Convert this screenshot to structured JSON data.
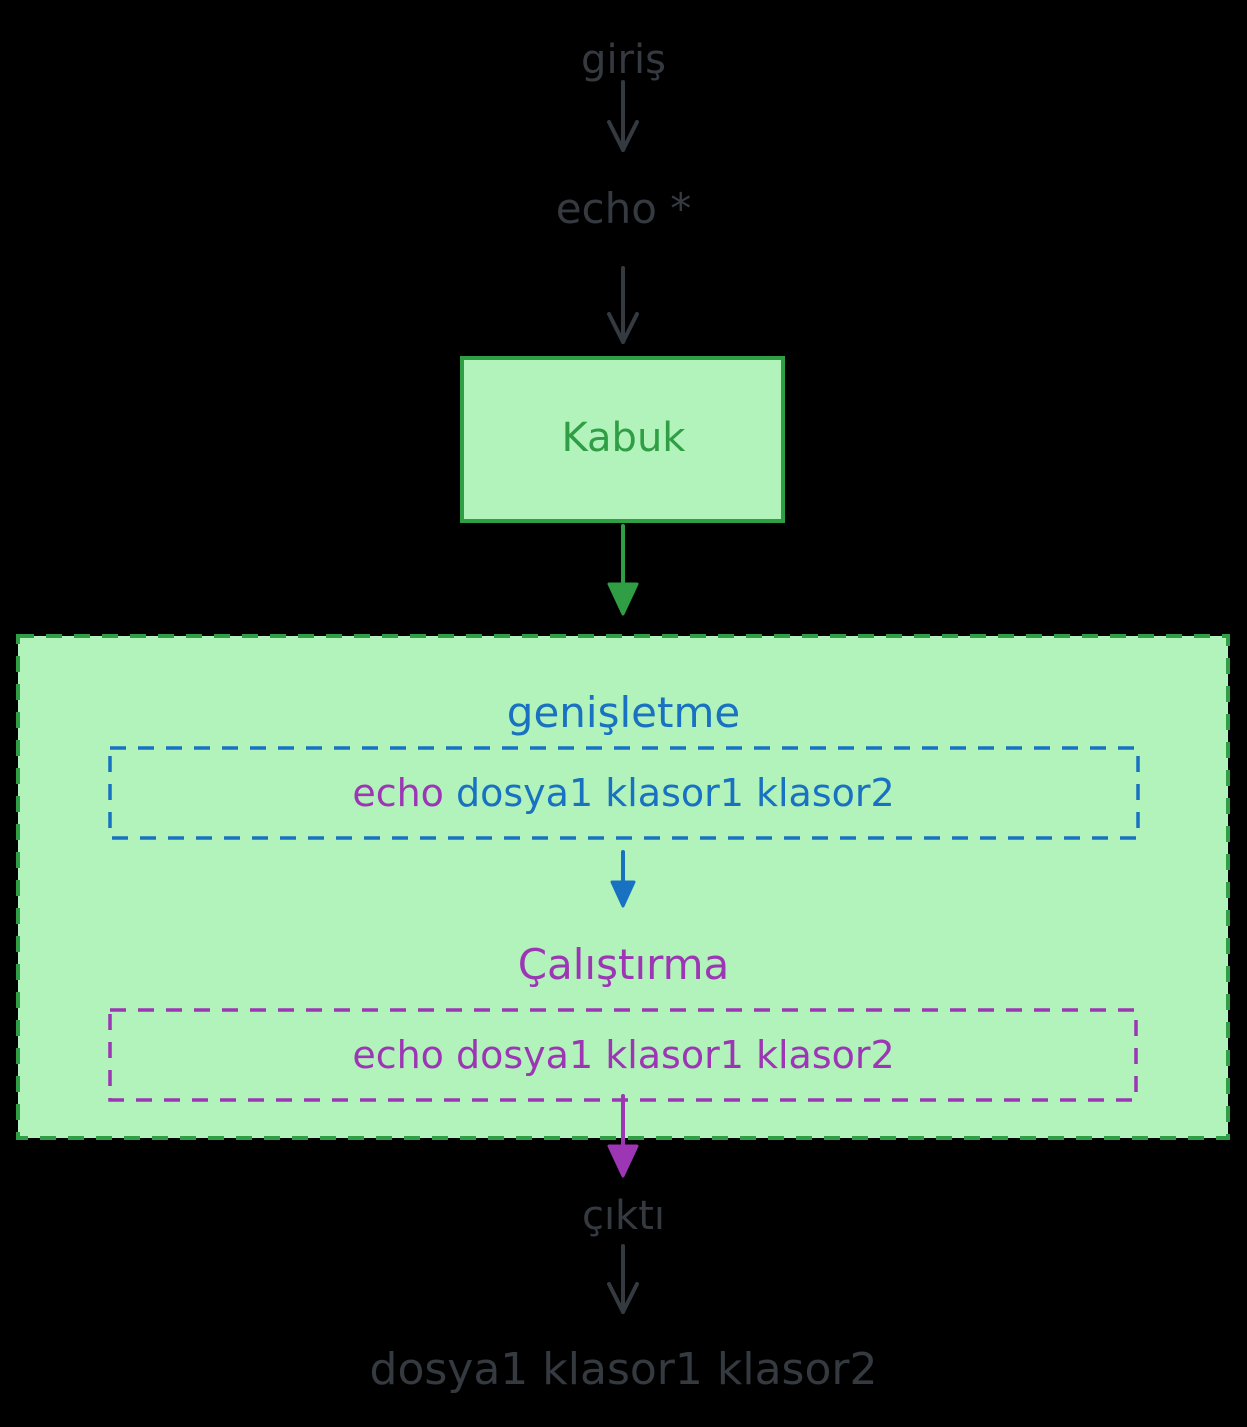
{
  "diagram": {
    "input_label": "giriş",
    "command": "echo *",
    "shell_box": "Kabuk",
    "expansion_label": "genişletme",
    "expanded_cmd_name": "echo",
    "expanded_cmd_args": "dosya1 klasor1 klasor2",
    "execution_label": "Çalıştırma",
    "executed_cmd": "echo dosya1 klasor1 klasor2",
    "output_label": "çıktı",
    "result": "dosya1 klasor1 klasor2"
  },
  "colors": {
    "background": "#000000",
    "text_dark": "#343a40",
    "green_stroke": "#2f9e44",
    "green_fill": "#b2f2bb",
    "blue": "#1971c2",
    "purple": "#9c36b5"
  }
}
